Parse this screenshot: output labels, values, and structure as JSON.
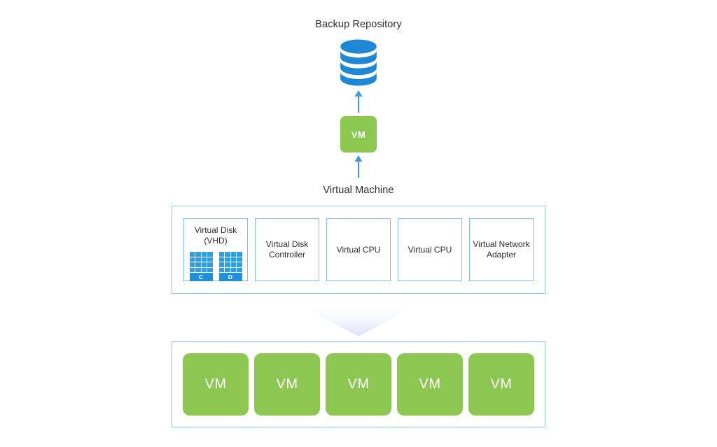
{
  "colors": {
    "blue_db": "#1E87D6",
    "disk_cell": "#2D9FE5",
    "disk_foot": "#1F90DE",
    "arrow_blue": "#3D9BD9",
    "green": "#8CC751",
    "border_outer": "#8CC5EA",
    "border_inner": "#7CBCE5",
    "text_dark": "#2E2E2E",
    "chevron_end": "#D9E0F3"
  },
  "backup_repository": {
    "label": "Backup Repository"
  },
  "vm_node": {
    "label": "VM"
  },
  "virtual_machine": {
    "label": "Virtual Machine"
  },
  "components": [
    {
      "line1": "Virtual Disk",
      "line2": "(VHD)",
      "disks": [
        {
          "label": "C"
        },
        {
          "label": "D"
        }
      ]
    },
    {
      "line1": "Virtual Disk",
      "line2": "Controller"
    },
    {
      "line1": "Virtual CPU",
      "line2": ""
    },
    {
      "line1": "Virtual CPU",
      "line2": ""
    },
    {
      "line1": "Virtual Network",
      "line2": "Adapter"
    }
  ],
  "host_vms": [
    {
      "label": "VM"
    },
    {
      "label": "VM"
    },
    {
      "label": "VM"
    },
    {
      "label": "VM"
    },
    {
      "label": "VM"
    }
  ]
}
